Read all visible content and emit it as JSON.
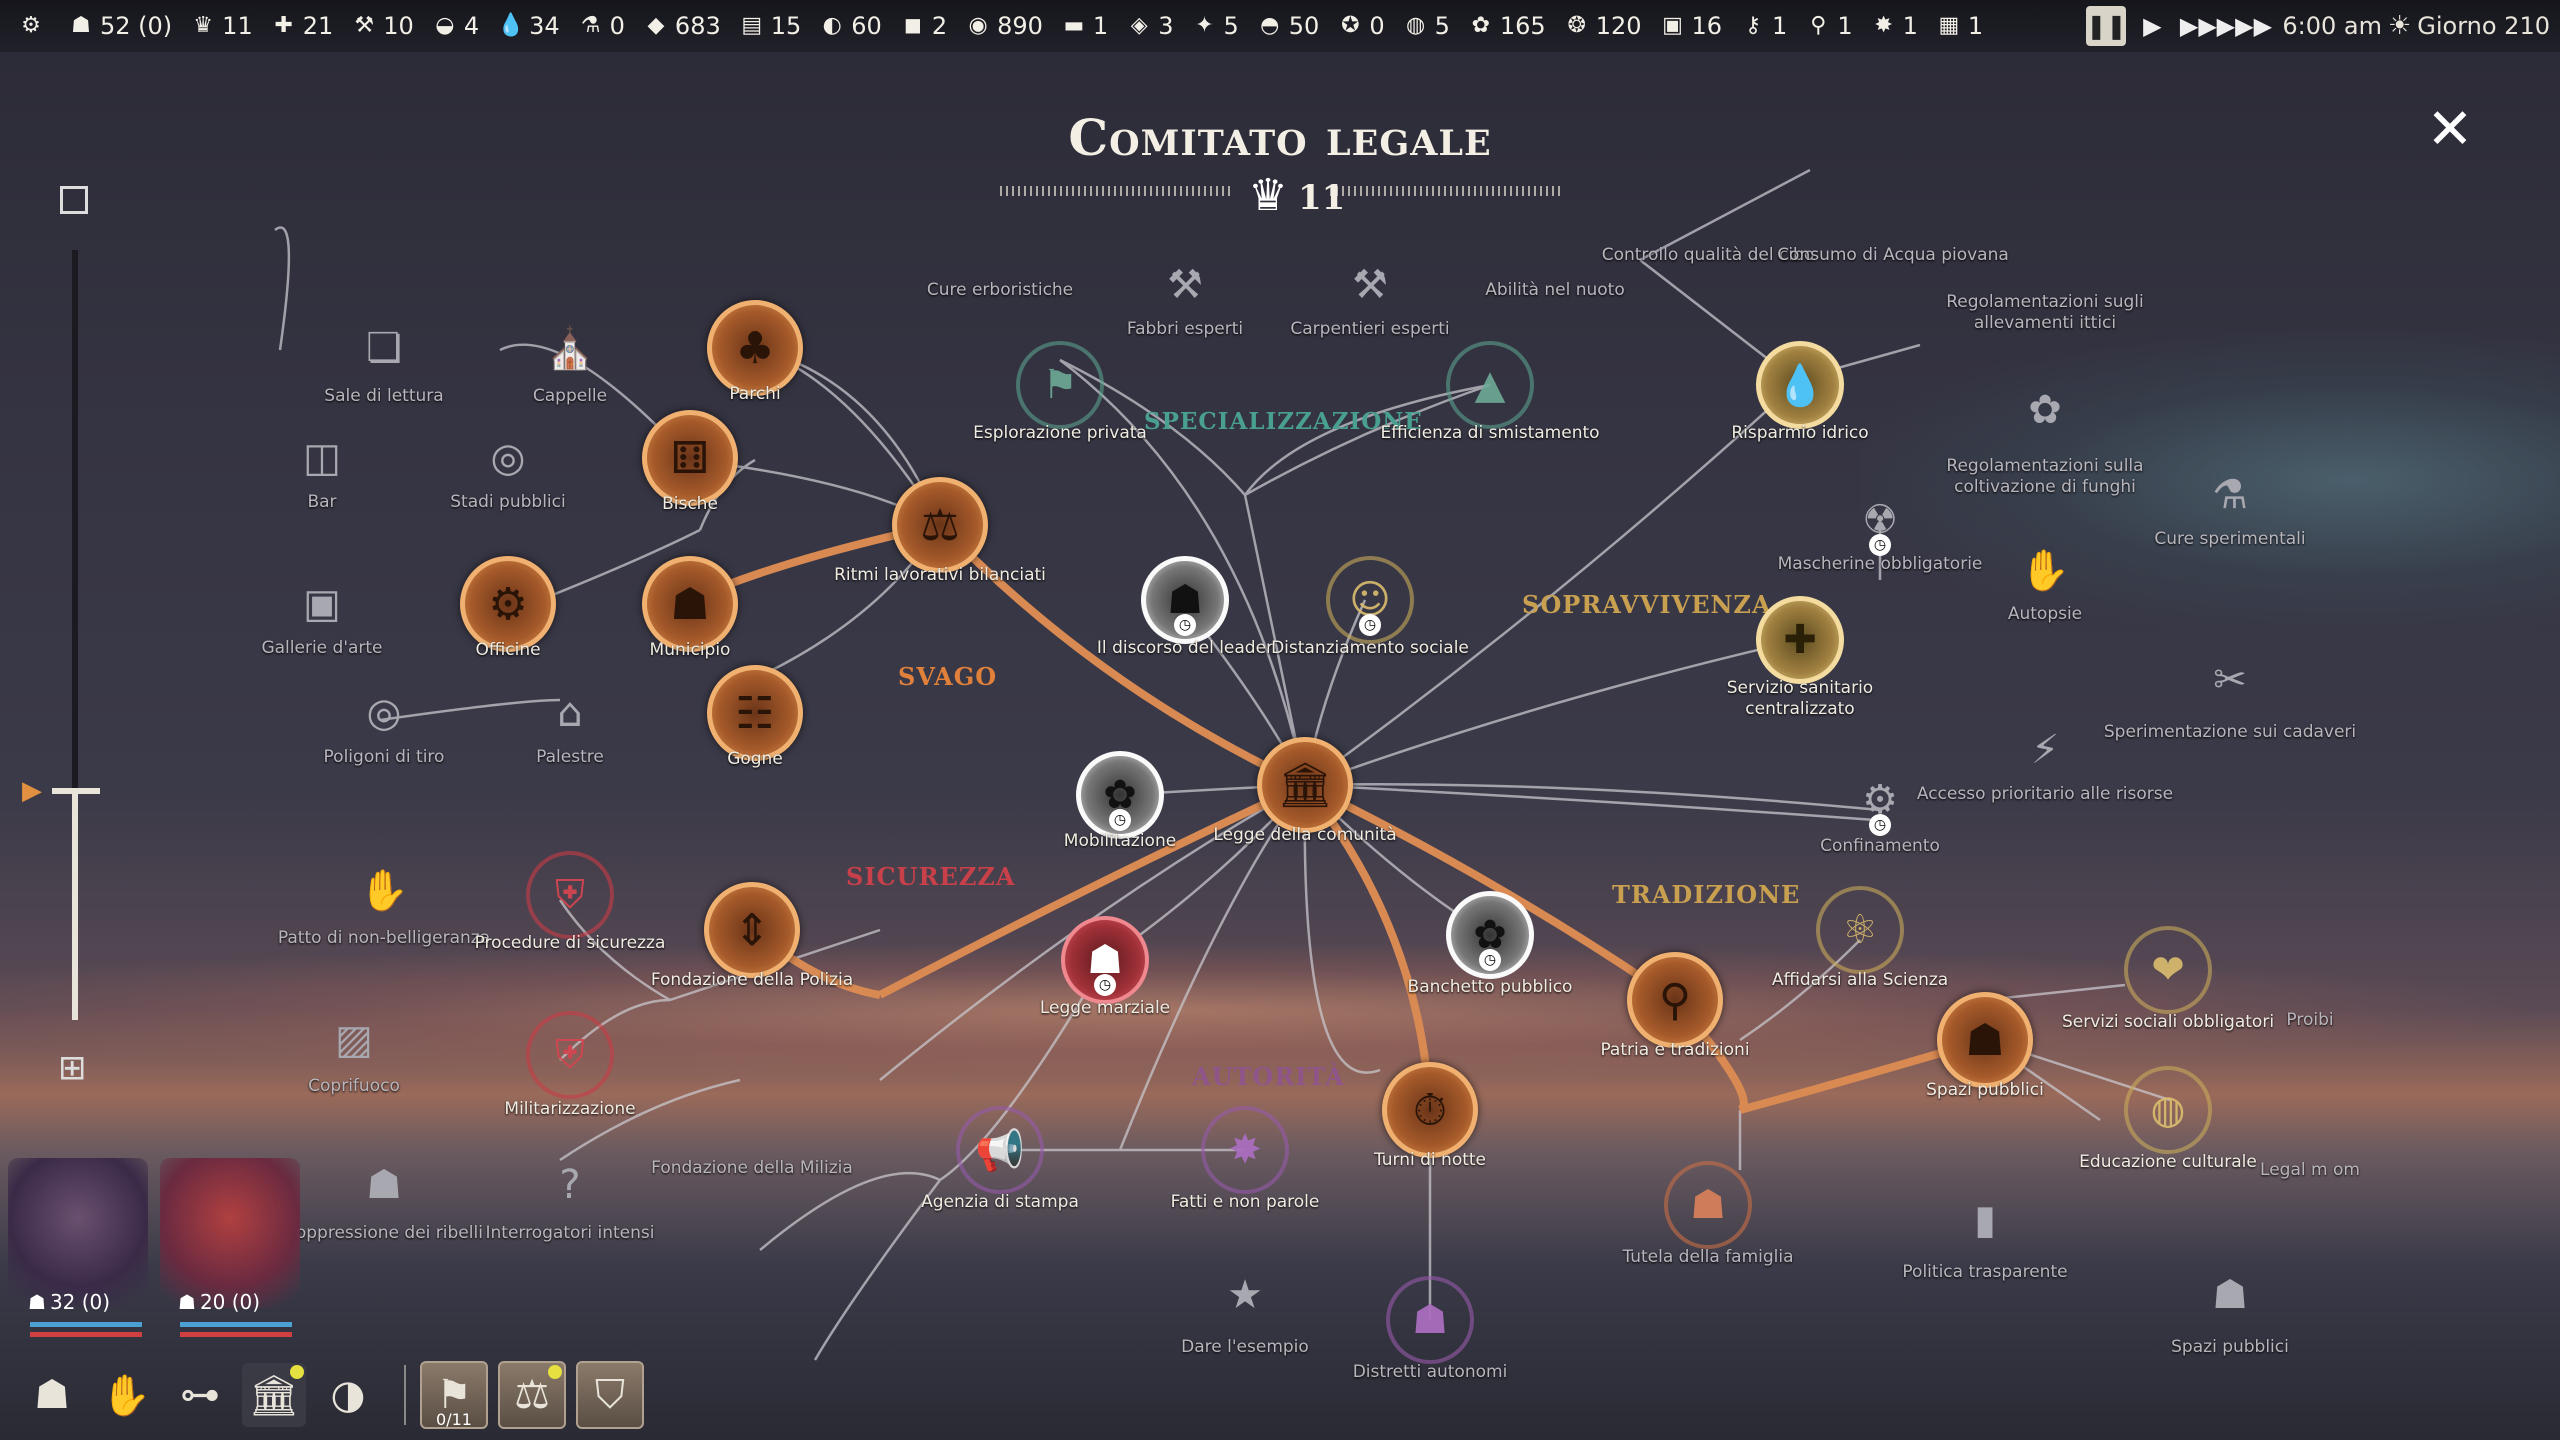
{
  "topbar": {
    "resources": [
      {
        "icon": "gear-icon",
        "glyph": "⚙",
        "value": ""
      },
      {
        "icon": "population-icon",
        "glyph": "☗",
        "value": "52 (0)"
      },
      {
        "icon": "hope-icon",
        "glyph": "♛",
        "value": "11"
      },
      {
        "icon": "medical-icon",
        "glyph": "✚",
        "value": "21"
      },
      {
        "icon": "fuel-icon",
        "glyph": "⚒",
        "value": "10"
      },
      {
        "icon": "food-icon",
        "glyph": "◒",
        "value": "4"
      },
      {
        "icon": "water-icon",
        "glyph": "💧",
        "value": "34"
      },
      {
        "icon": "medicine-icon",
        "glyph": "⚗",
        "value": "0"
      },
      {
        "icon": "scrap-icon",
        "glyph": "◆",
        "value": "683"
      },
      {
        "icon": "wood-icon",
        "glyph": "▤",
        "value": "15"
      },
      {
        "icon": "leather-icon",
        "glyph": "◐",
        "value": "60"
      },
      {
        "icon": "meat-icon",
        "glyph": "◼",
        "value": "2"
      },
      {
        "icon": "coin-icon",
        "glyph": "◉",
        "value": "890"
      },
      {
        "icon": "steel-icon",
        "glyph": "▬",
        "value": "1"
      },
      {
        "icon": "gem-icon",
        "glyph": "◈",
        "value": "3"
      },
      {
        "icon": "crystal-icon",
        "glyph": "✦",
        "value": "5"
      },
      {
        "icon": "stone-icon",
        "glyph": "◓",
        "value": "50"
      },
      {
        "icon": "medal-icon",
        "glyph": "✪",
        "value": "0"
      },
      {
        "icon": "pill-icon",
        "glyph": "◍",
        "value": "5"
      },
      {
        "icon": "berry-icon",
        "glyph": "✿",
        "value": "165"
      },
      {
        "icon": "grain-icon",
        "glyph": "❂",
        "value": "120"
      },
      {
        "icon": "crate-icon",
        "glyph": "▣",
        "value": "16"
      },
      {
        "icon": "wrench-icon",
        "glyph": "⚷",
        "value": "1"
      },
      {
        "icon": "tool-icon",
        "glyph": "⚲",
        "value": "1"
      },
      {
        "icon": "dynamite-icon",
        "glyph": "✸",
        "value": "1"
      },
      {
        "icon": "ladder-icon",
        "glyph": "▦",
        "value": "1"
      }
    ],
    "time": "6:00 am",
    "day": "Giorno 210"
  },
  "title": "Comitato legale",
  "hope_value": "11",
  "categories": {
    "svago": "SVAGO",
    "specializzazione": "SPECIALIZZAZIONE",
    "sopravvivenza": "SOPRAVVIVENZA",
    "sicurezza": "SICUREZZA",
    "tradizione": "TRADIZIONE",
    "autorita": "AUTORITÀ"
  },
  "nodes": {
    "sale_lettura": "Sale di lettura",
    "cappelle": "Cappelle",
    "parchi": "Parchi",
    "bar": "Bar",
    "stadi": "Stadi pubblici",
    "bische": "Bische",
    "gallerie": "Gallerie d'arte",
    "officine": "Officine",
    "municipio": "Municipio",
    "ritmi": "Ritmi lavorativi bilanciati",
    "poligoni": "Poligoni di tiro",
    "palestre": "Palestre",
    "gogne": "Gogne",
    "cure_erbo": "Cure erboristiche",
    "fabbri": "Fabbri esperti",
    "carpentieri": "Carpentieri esperti",
    "nuoto": "Abilità nel nuoto",
    "esplorazione": "Esplorazione privata",
    "smistamento": "Efficienza di smistamento",
    "controllo_cibo": "Controllo qualità del cibo",
    "acqua_piovana": "Consumo di Acqua piovana",
    "ittici": "Regolamentazioni sugli allevamenti ittici",
    "risparmio": "Risparmio idrico",
    "funghi": "Regolamentazioni sulla coltivazione di funghi",
    "cure_sper": "Cure sperimentali",
    "mascherine": "Mascherine obbligatorie",
    "autopsie": "Autopsie",
    "discorso": "Il discorso del leader",
    "distanziamento": "Distanziamento sociale",
    "sanitario": "Servizio sanitario centralizzato",
    "sper_cadaveri": "Sperimentazione sui cadaveri",
    "accesso": "Accesso prioritario alle risorse",
    "confinamento": "Confinamento",
    "mobilitazione": "Mobilitazione",
    "legge_comunita": "Legge della comunità",
    "patto": "Patto di non-belligeranza",
    "procedure": "Procedure di sicurezza",
    "polizia": "Fondazione della Polizia",
    "marziale": "Legge marziale",
    "banchetto": "Banchetto pubblico",
    "affidarsi": "Affidarsi alla Scienza",
    "servizi_sociali": "Servizi sociali obbligatori",
    "proibi": "Proibi",
    "coprifuoco": "Coprifuoco",
    "militarizzazione": "Militarizzazione",
    "milizia": "Fondazione della Milizia",
    "patria": "Patria e tradizioni",
    "spazi1": "Spazi pubblici",
    "educazione": "Educazione culturale",
    "legal": "Legal m om",
    "soppressione": "Soppressione dei ribelli",
    "interrogatori": "Interrogatori intensi",
    "stampa": "Agenzia di stampa",
    "fatti": "Fatti e non parole",
    "turni": "Turni di notte",
    "tutela": "Tutela della famiglia",
    "trasparente": "Politica trasparente",
    "esempio": "Dare l'esempio",
    "distretti": "Distretti autonomi",
    "spazi2": "Spazi pubblici"
  },
  "leaders": [
    {
      "stat": "32 (0)"
    },
    {
      "stat": "20 (0)"
    }
  ],
  "bottom": {
    "laws_count": "0/11"
  },
  "colors": {
    "orange": "#e59552",
    "gold": "#f0d080",
    "svago": "#e0803a",
    "specializzazione": "#4aa090",
    "sopravvivenza": "#c8a050",
    "sicurezza": "#c8404a",
    "tradizione": "#c8a050",
    "autorita": "#9050a0"
  }
}
